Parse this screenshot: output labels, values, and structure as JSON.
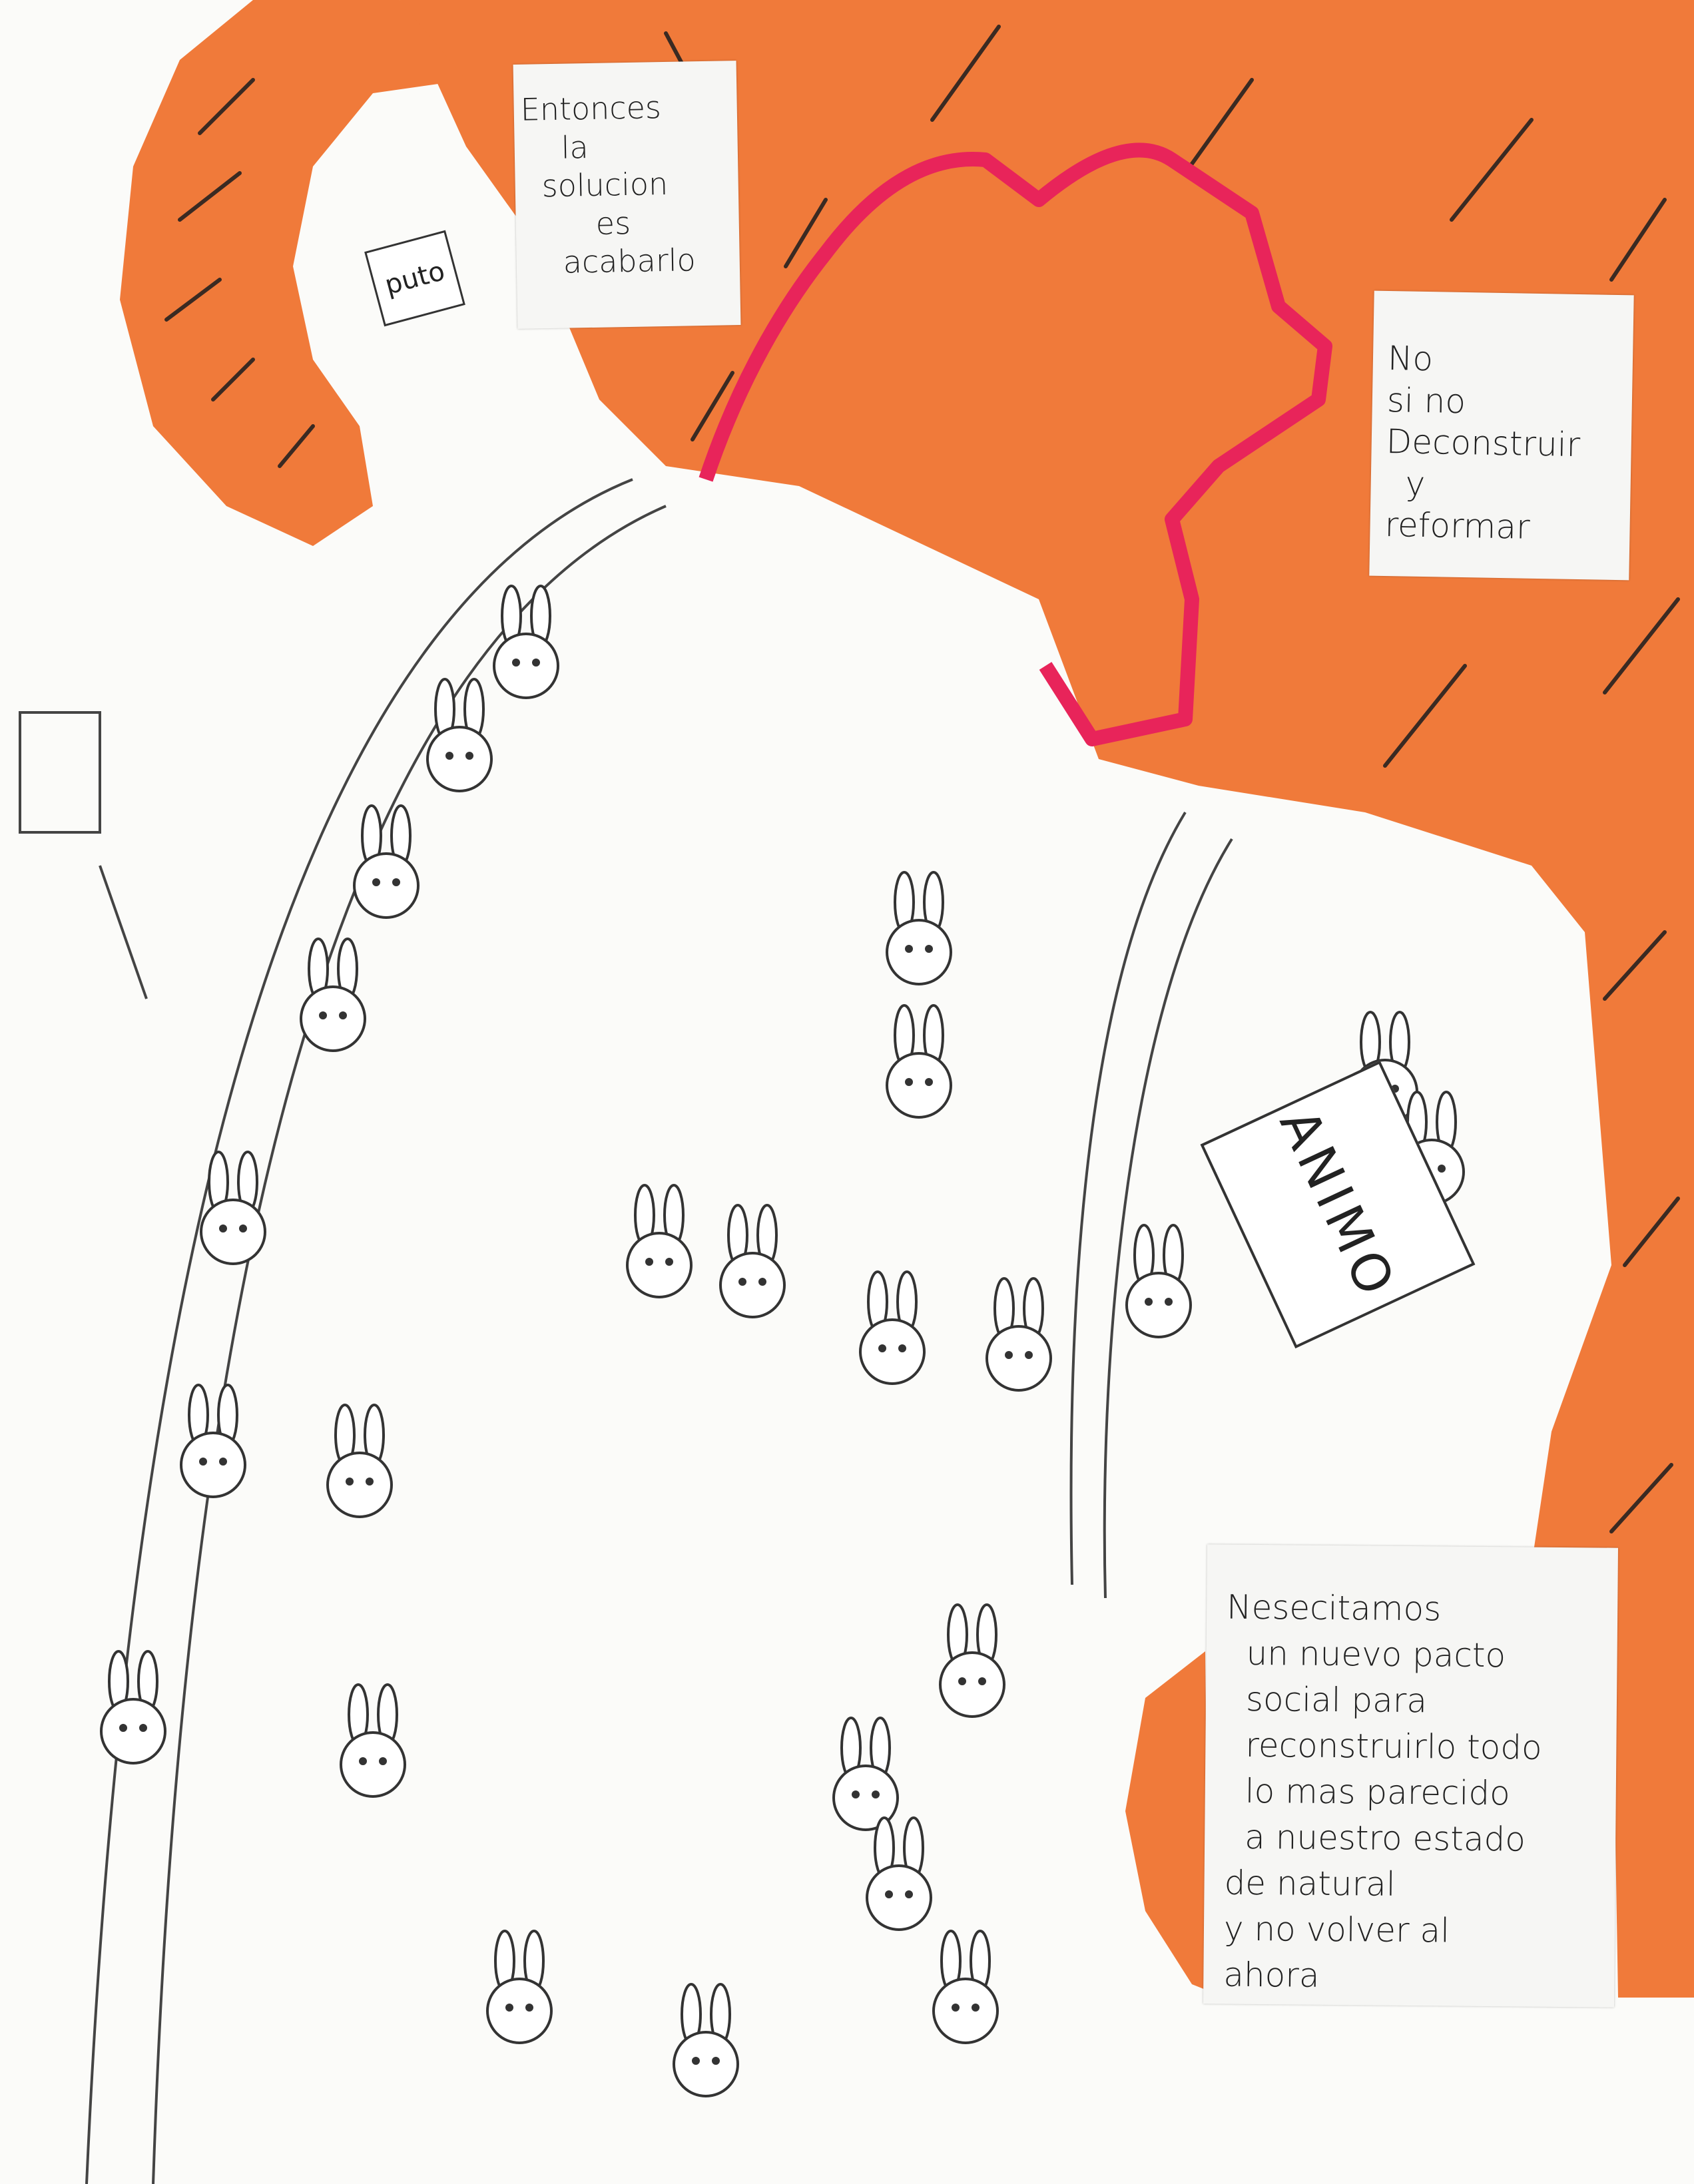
{
  "captions": {
    "top_left": [
      "Entonces",
      "la",
      "solucion",
      "es",
      "acabarlo"
    ],
    "top_right": [
      "No",
      "si no",
      "Deconstruir",
      "y",
      "reformar"
    ],
    "bottom_right": [
      "Nesecitamos",
      "un nuevo pacto",
      "social para",
      "reconstruirlo todo",
      "lo mas parecido",
      "a nuestro estado",
      "de natural",
      "y no volver al",
      "ahora"
    ]
  },
  "signs": {
    "puto": "puto",
    "animo": "ANIMO"
  },
  "colors": {
    "orange": "#f07a3a",
    "pink_marker": "#e8245a",
    "pencil": "#333333",
    "paper": "#fbfbf9"
  }
}
